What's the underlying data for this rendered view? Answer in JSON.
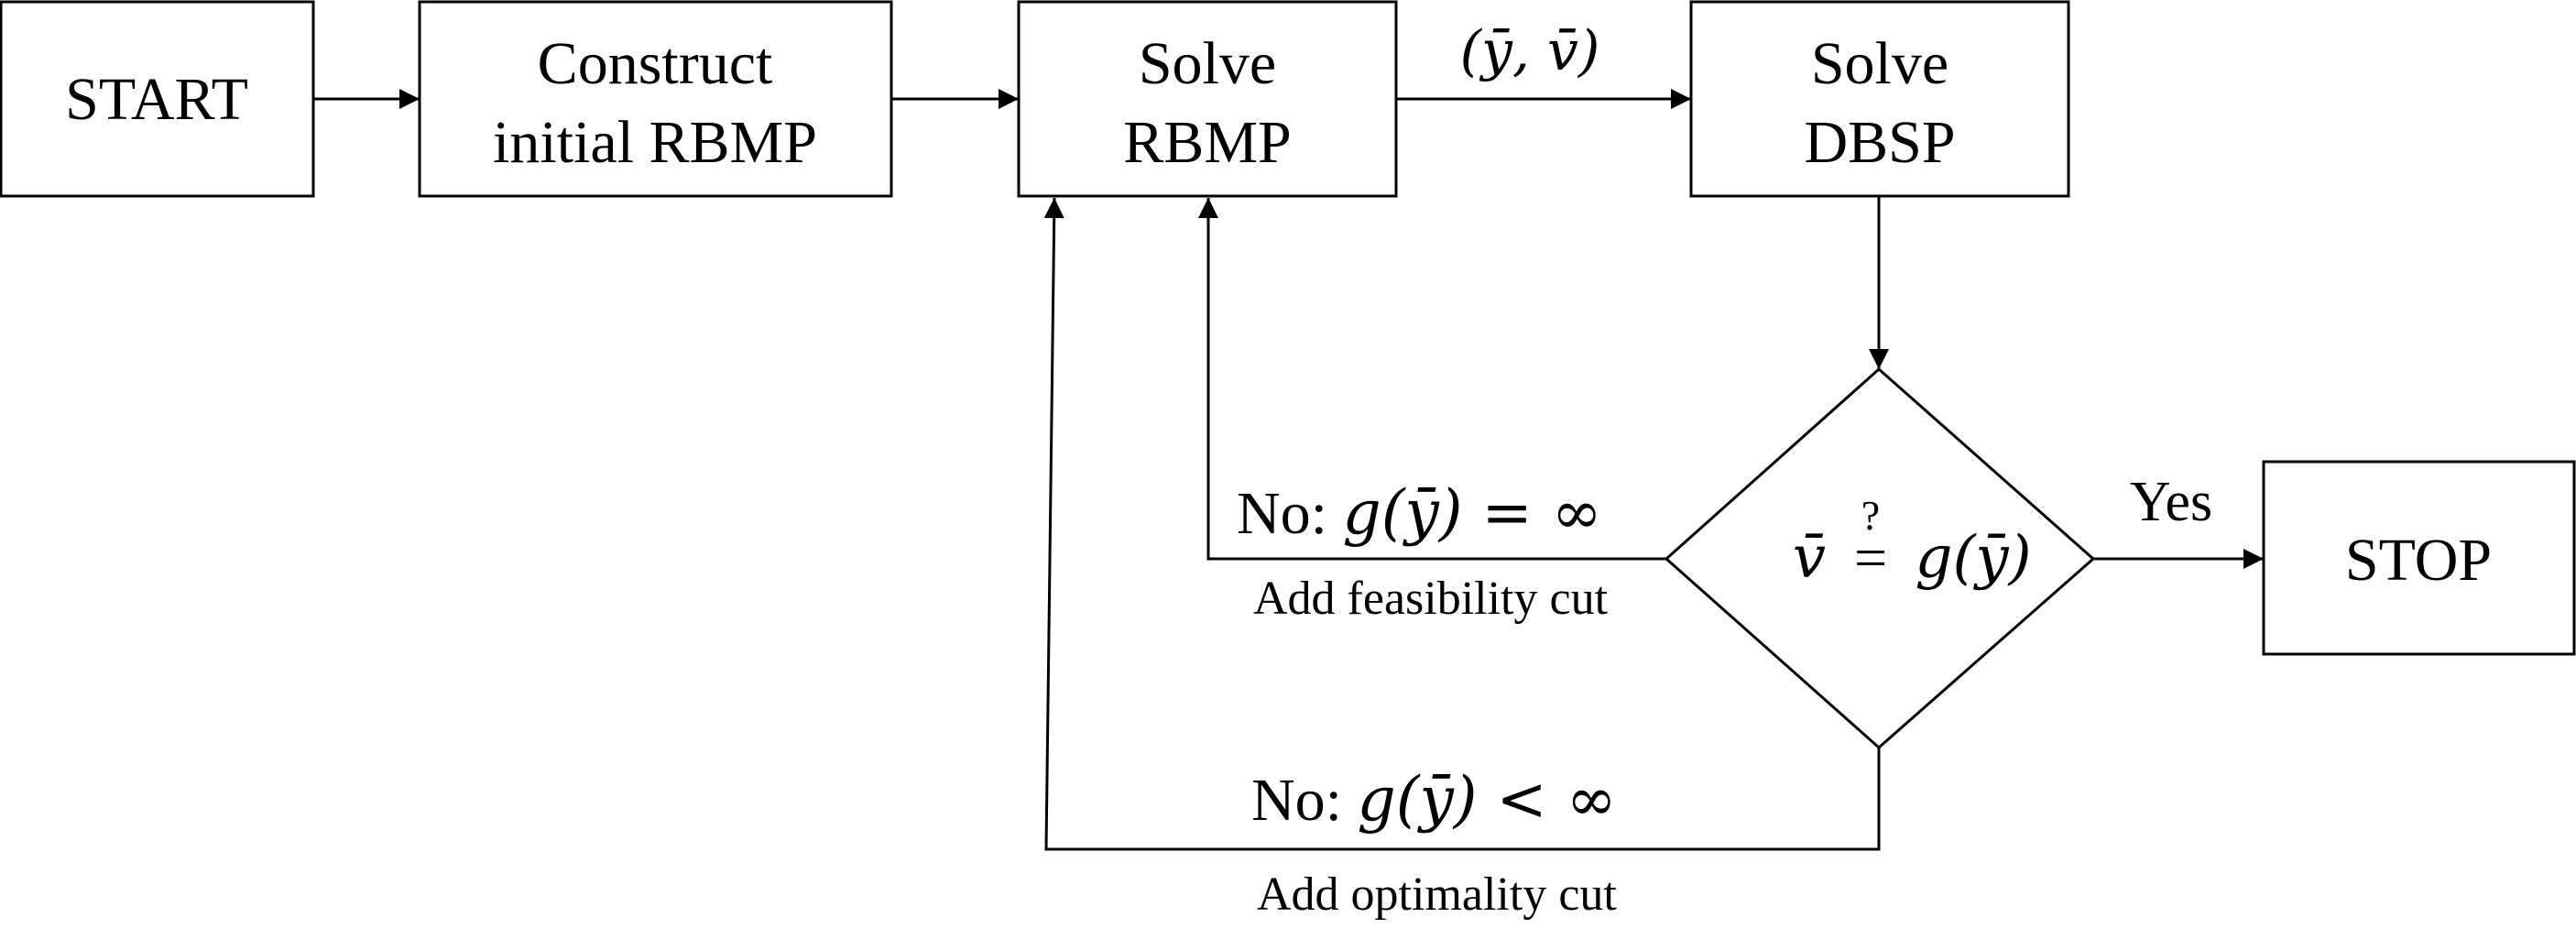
{
  "nodes": {
    "start": {
      "label": "START"
    },
    "construct": {
      "line1": "Construct",
      "line2": "initial RBMP"
    },
    "solve_rbmp": {
      "line1": "Solve",
      "line2": "RBMP"
    },
    "solve_dbsp": {
      "line1": "Solve",
      "line2": "DBSP"
    },
    "decision": {
      "lhs": "v̄",
      "q": "?",
      "eq": "=",
      "rhs": "g(ȳ)"
    },
    "stop": {
      "label": "STOP"
    }
  },
  "edges": {
    "rbmp_to_dbsp_label": "(ȳ, v̄)",
    "yes_label": "Yes",
    "feas_no": "No: ",
    "feas_cond": "g(ȳ) = ∞",
    "feas_cut": "Add feasibility cut",
    "opt_no": "No: ",
    "opt_cond": "g(ȳ) < ∞",
    "opt_cut": "Add optimality cut"
  }
}
